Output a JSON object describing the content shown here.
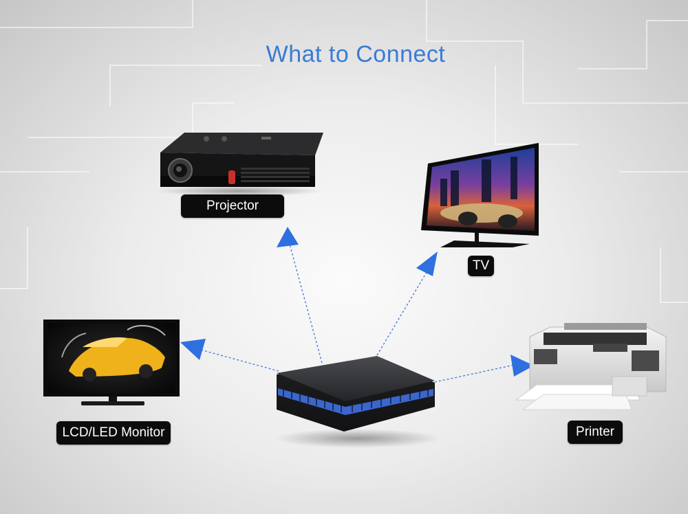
{
  "title": "What to Connect",
  "devices": {
    "projector": {
      "label": "Projector"
    },
    "tv": {
      "label": "TV"
    },
    "monitor": {
      "label": "LCD/LED Monitor"
    },
    "printer": {
      "label": "Printer"
    }
  },
  "colors": {
    "accent": "#3a7bd5",
    "label_bg": "#0c0c0c",
    "label_text": "#ffffff",
    "led_glow": "#3f6fe0"
  }
}
